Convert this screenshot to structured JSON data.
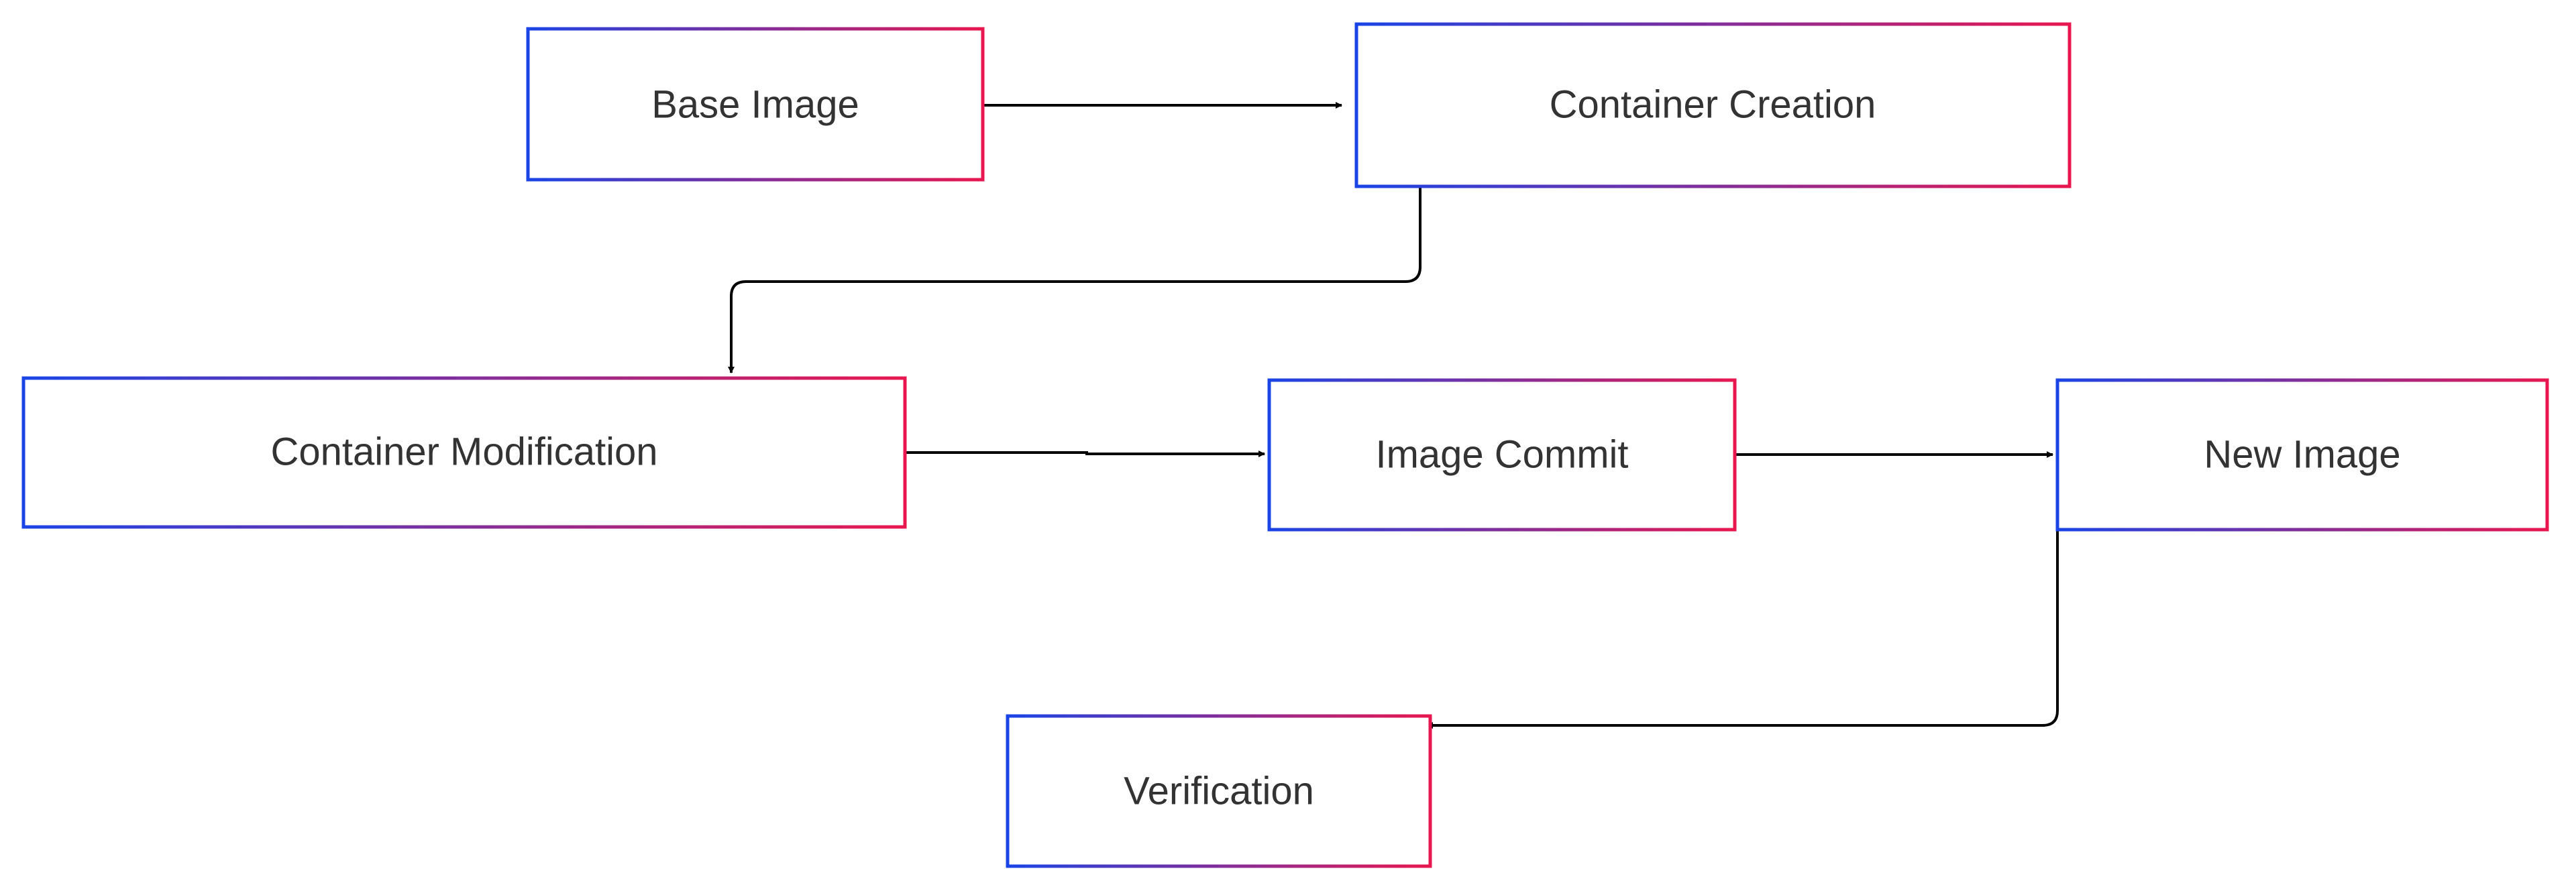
{
  "diagram": {
    "type": "flowchart",
    "border_gradient": {
      "start": "#1a44e6",
      "end": "#e8174f"
    },
    "edge_color": "#000000",
    "text_color": "#333333",
    "nodes": {
      "base_image": {
        "label": "Base Image"
      },
      "container_creation": {
        "label": "Container Creation"
      },
      "container_modification": {
        "label": "Container Modification"
      },
      "image_commit": {
        "label": "Image Commit"
      },
      "new_image": {
        "label": "New Image"
      },
      "verification": {
        "label": "Verification"
      }
    },
    "edges": [
      {
        "from": "base_image",
        "to": "container_creation"
      },
      {
        "from": "container_creation",
        "to": "container_modification"
      },
      {
        "from": "container_modification",
        "to": "image_commit"
      },
      {
        "from": "image_commit",
        "to": "new_image"
      },
      {
        "from": "new_image",
        "to": "verification"
      }
    ]
  }
}
